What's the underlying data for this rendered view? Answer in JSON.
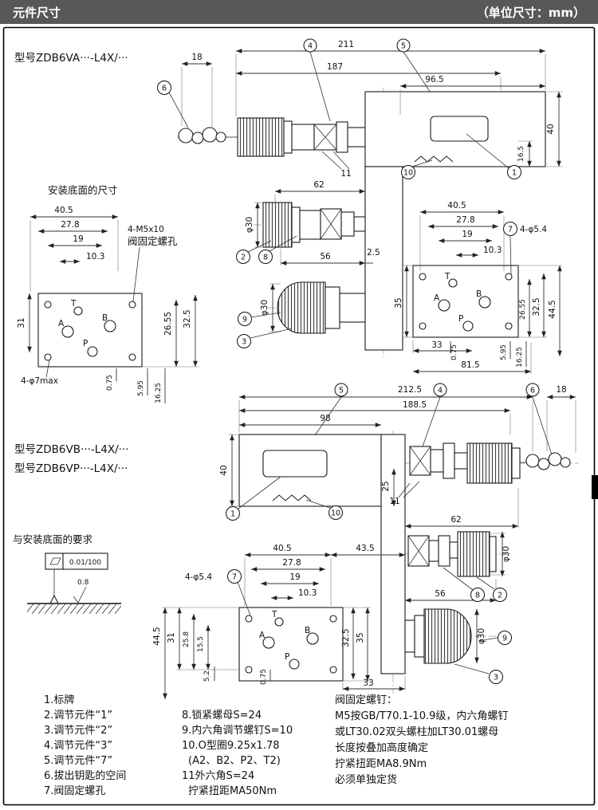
{
  "header": {
    "title": "元件尺寸",
    "unit": "（单位尺寸：mm）"
  },
  "view_a": {
    "model": "型号ZDB6VA···-L4X/···",
    "dims": {
      "d18": "18",
      "d211": "211",
      "d187": "187",
      "d96_5": "96.5",
      "d40": "40",
      "d16_5": "16.5",
      "d11": "11",
      "d62": "62",
      "phi30_knob": "φ30",
      "d56": "56",
      "d2_5": "2.5",
      "phi30_cap": "φ30"
    },
    "callouts": {
      "c1": "1",
      "c2": "2",
      "c3": "3",
      "c4": "4",
      "c5": "5",
      "c6": "6",
      "c8": "8",
      "c9": "9",
      "c10": "10"
    }
  },
  "mount_a": {
    "title": "安装底面的尺寸",
    "dims": {
      "d40_5": "40.5",
      "d27_8": "27.8",
      "d19": "19",
      "d10_3": "10.3",
      "d31": "31",
      "d26_55": "26.55",
      "d32_5": "32.5",
      "d0_75": "0.75",
      "d5_95": "5.95",
      "d16_25": "16.25"
    },
    "labels": {
      "screw": "4-M5x10",
      "screw_note": "阀固定螺孔",
      "holes": "4-φ7max",
      "T": "T",
      "A": "A",
      "B": "B",
      "P": "P"
    }
  },
  "mount_b": {
    "dims": {
      "d40_5": "40.5",
      "d27_8": "27.8",
      "d19": "19",
      "d10_3": "10.3",
      "d35": "35",
      "d26_55": "26.55",
      "d32_5": "32.5",
      "d44_5": "44.5",
      "d33": "33",
      "d0_75": "0.75",
      "d81_5": "81.5",
      "d5_95": "5.95",
      "d16_25": "16.25"
    },
    "labels": {
      "holes": "4-φ5.4",
      "c7": "7",
      "T": "T",
      "A": "A",
      "B": "B",
      "P": "P"
    }
  },
  "view_b": {
    "model1": "型号ZDB6VB···-L4X/···",
    "model2": "型号ZDB6VP···-L4X/···",
    "dims": {
      "d212_5": "212.5",
      "d188_5": "188.5",
      "d98": "98",
      "d18": "18",
      "d40": "40",
      "d25": "25",
      "d11": "11",
      "d62": "62",
      "phi30_knob": "φ30",
      "d56": "56",
      "phi30_cap": "φ30",
      "d43_5": "43.5"
    },
    "callouts": {
      "c1": "1",
      "c2": "2",
      "c3": "3",
      "c4": "4",
      "c5": "5",
      "c6": "6",
      "c8": "8",
      "c9": "9",
      "c10": "10"
    }
  },
  "mount_c": {
    "dims": {
      "d40_5": "40.5",
      "d27_8": "27.8",
      "d19": "19",
      "d10_3": "10.3",
      "d44_5": "44.5",
      "d31": "31",
      "d25_8": "25.8",
      "d15_5": "15.5",
      "d5_2": "5.2",
      "d0_75": "0.75",
      "d32_5": "32.5",
      "d35": "35",
      "d33": "33"
    },
    "labels": {
      "holes": "4-φ5.4",
      "c7": "7",
      "T": "T",
      "A": "A",
      "B": "B",
      "P": "P"
    }
  },
  "surface": {
    "title": "与安装底面的要求",
    "flatness": "0.01/100",
    "roughness": "0.8"
  },
  "notes": {
    "col1": [
      "1.标牌",
      "2.调节元件“1”",
      "3.调节元件“2”",
      "4.调节元件“3”",
      "5.调节元件“7”",
      "6.拔出钥匙的空间",
      "7.阀固定螺孔"
    ],
    "col2": [
      "8.锁紧螺母S=24",
      "9.内六角调节螺钉S=10",
      "10.O型圈9.25x1.78",
      "(A2、B2、P2、T2)",
      "11外六角S=24",
      "拧紧扭距MA50Nm"
    ],
    "col3": [
      "阀固定螺钉：",
      "M5按GB/T70.1-10.9级，内六角螺钉",
      "或LT30.02双头螺柱加LT30.01螺母",
      "长度按叠加高度确定",
      "拧紧扭距MA8.9Nm",
      "必须单独定货"
    ]
  }
}
